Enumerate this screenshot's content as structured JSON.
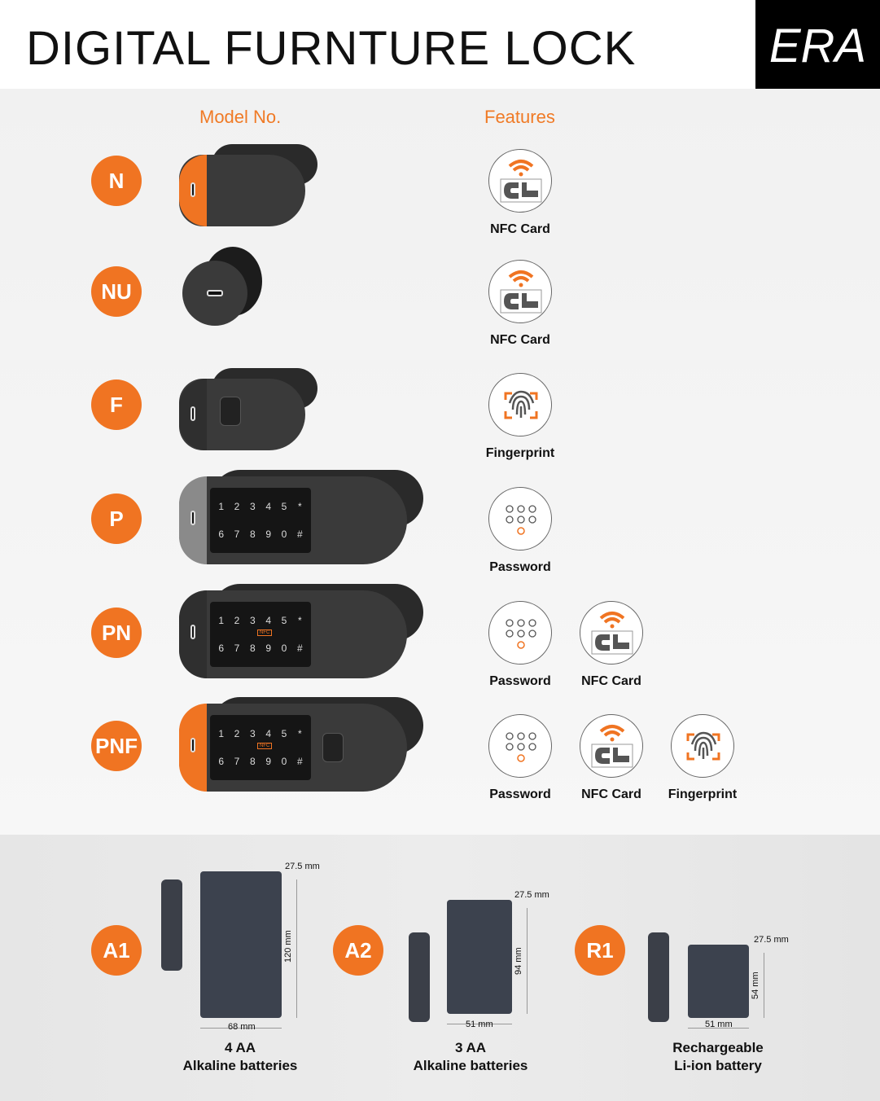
{
  "header": {
    "title": "DIGITAL FURNTURE LOCK",
    "brand": "ERA"
  },
  "columns": {
    "model": "Model No.",
    "features": "Features"
  },
  "keypad_keys": [
    "1",
    "2",
    "3",
    "4",
    "5",
    "*",
    "6",
    "7",
    "8",
    "9",
    "0",
    "#"
  ],
  "nfc_tag": "NFC",
  "colors": {
    "accent": "#f07422",
    "dark": "#3a3a3a"
  },
  "models": [
    {
      "code": "N",
      "variant": "cam",
      "cap": "orange",
      "features": [
        "NFC Card"
      ]
    },
    {
      "code": "NU",
      "variant": "round",
      "cap": "none",
      "features": [
        "NFC Card"
      ]
    },
    {
      "code": "F",
      "variant": "fingerprint",
      "cap": "dark",
      "features": [
        "Fingerprint"
      ]
    },
    {
      "code": "P",
      "variant": "keypad",
      "cap": "grey",
      "features": [
        "Password"
      ]
    },
    {
      "code": "PN",
      "variant": "keypad-nfc",
      "cap": "dark",
      "features": [
        "Password",
        "NFC Card"
      ]
    },
    {
      "code": "PNF",
      "variant": "keypad-nfc-fp",
      "cap": "orange",
      "features": [
        "Password",
        "NFC Card",
        "Fingerprint"
      ]
    }
  ],
  "power": [
    {
      "code": "A1",
      "line1": "4 AA",
      "line2": "Alkaline batteries",
      "depth": "27.5 mm",
      "height": "120 mm",
      "width": "68 mm"
    },
    {
      "code": "A2",
      "line1": "3 AA",
      "line2": "Alkaline batteries",
      "depth": "27.5 mm",
      "height": "94 mm",
      "width": "51 mm"
    },
    {
      "code": "R1",
      "line1": "Rechargeable",
      "line2": "Li-ion battery",
      "depth": "27.5 mm",
      "height": "54 mm",
      "width": "51 mm"
    }
  ]
}
